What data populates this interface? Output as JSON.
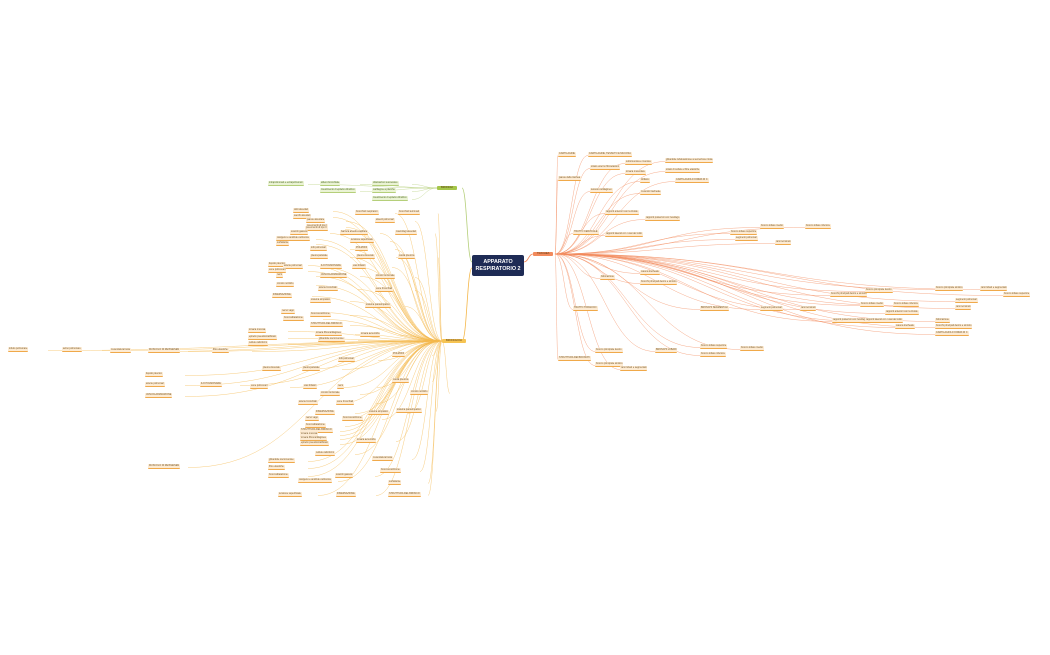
{
  "root": {
    "line1": "APPARATO",
    "line2": "RESPIRATORIO 2"
  },
  "colors": {
    "root_bg": "#1e2b55",
    "trachea_chip": "#f28a5c",
    "bronchi_chip": "#a5c64a",
    "bronchi_leaf": "#eaf3d4",
    "branch_line": "#f4b74a",
    "green_line": "#b5cf7a",
    "leaf_bg": "#fdebd3",
    "chip_bg": "#f6c453"
  },
  "branches": {
    "trachea": "TRACHEA",
    "bronchi": "BRONCHI",
    "bronchioles": "BRONCHIOLI"
  },
  "trachea_nodes": {
    "a1": "CARTILAGINE",
    "a1b": "CARTILAGINE, TESSUTO E MUCOSA",
    "a2": "parete della trachea",
    "a2a": "strato esterno fibroelastico",
    "a2b": "sottomucosa e mucosa",
    "a2b1": "ghiandole tubuloacinose a secrezione mista",
    "a2b2": "strato di cellule e fibre elastiche",
    "a2c": "tonaca muscolare",
    "a3": "tessuto cartilagineo",
    "a4": "ANELLI",
    "a4a": "CARTILAGINI A FORMA DI C",
    "a4b": "muscolo tracheale",
    "a5": "TRATTO CERVICALE",
    "a5a": "rapporti anteriori con la tiroide",
    "a5b": "rapporti posteriori con l'esofago",
    "a5c": "rapporti laterali con i vasi del collo",
    "a6": "TRATTO TORACICO",
    "a6a": "biforcazione",
    "a6b": "carena tracheale",
    "a6c": "bronchi principali destro e sinistro",
    "a7": "STRUTTURA DEI BRONCHI",
    "a7a": "bronco principale destro",
    "a7b": "bronco principale sinistro",
    "a7c": "rami lobari e segmentali",
    "a8": "BRONCHI LOBARI",
    "a8a": "bronco lobare superiore",
    "a8b": "bronco lobare medio",
    "a8c": "bronco lobare inferiore",
    "a9": "BRONCHI SEGMENTALI",
    "a9a": "segmenti polmonari",
    "a9b": "rami terminali"
  },
  "bronchi_nodes": {
    "b1": "intrapolmonari e extrapolmonari",
    "b2": "albero bronchiale",
    "b3": "diramazioni successive",
    "b4": "rivestimento di epitelio cilindrico",
    "b5": "cartilagine a placche"
  },
  "bronchiole_nodes": {
    "c1": "bronchioli terminali",
    "c2": "bronchioli respiratori",
    "c3": "dotti alveolari",
    "c4": "sacchi alveolari",
    "c5": "alveoli polmonari",
    "c6": "parete alveolare",
    "c7": "pneumociti di tipo I",
    "c8": "pneumociti di tipo II",
    "c9": "macrofagi alveolari",
    "c10": "barriera alveolo-capillare",
    "c11": "scambi gassosi",
    "c12": "ossigeno e anidride carbonica",
    "c13": "surfattante",
    "c14": "tensione superficiale",
    "c15": "POLMONI",
    "c16": "lobi polmonari",
    "c17": "pleura viscerale",
    "c18": "pleura parietale",
    "c19": "cavità pleurica",
    "c20": "liquido pleurico",
    "c21": "ILO POLMONARE",
    "c22": "arterie polmonari",
    "c23": "vene polmonari",
    "c24": "vasi linfatici",
    "c25": "nervi",
    "c26": "VASCOLARIZZAZIONE",
    "c27": "circolo funzionale",
    "c28": "circolo nutritizio",
    "c29": "arterie bronchiali",
    "c30": "vene bronchiali",
    "c31": "INNERVAZIONE",
    "c32": "sistema simpatico",
    "c33": "sistema parasimpatico",
    "c34": "nervo vago",
    "c35": "broncocostrizione",
    "c36": "broncodilatazione",
    "c37": "STRUTTURA DEL BRONCO",
    "c38": "tonaca mucosa",
    "c39": "tonaca fibrocartilaginea",
    "c40": "tonaca avventizia",
    "c41": "epitelio pseudostratificato",
    "c42": "cellule caliciformi",
    "c43": "ghiandole sieromucose",
    "c44": "muscolatura liscia",
    "c45": "MUSCOLO DI REISSEISEN",
    "c46": "fibre elastiche"
  },
  "far_left": {
    "l1": "lobulo polmonare",
    "l2": "acino polmonare"
  }
}
